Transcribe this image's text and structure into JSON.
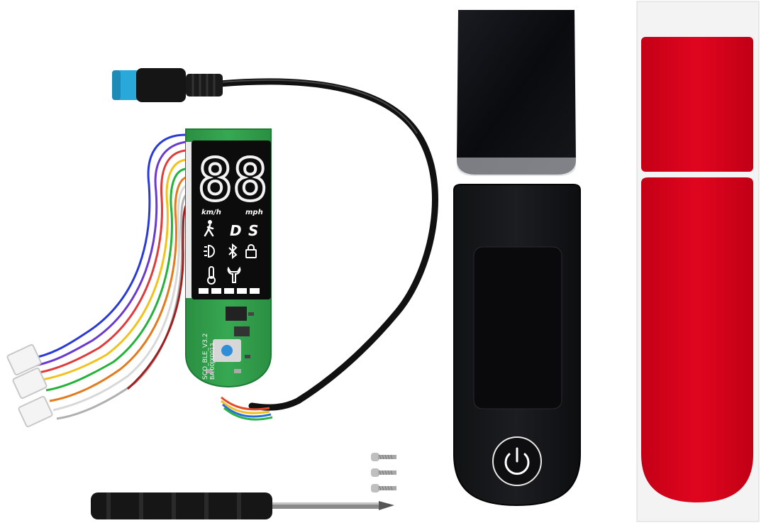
{
  "display": {
    "digits": "88",
    "unit_left": "km/h",
    "unit_right": "mph",
    "mode_d": "D",
    "mode_s": "S"
  },
  "pcb": {
    "label_line1": "SCO_BLE_V3.2",
    "label_line2": "BA.00JX0013"
  },
  "colors": {
    "pcb_green": "#2f9d4a",
    "connector_blue": "#29a9d9",
    "sticker_red": "#d8001b",
    "dashboard_black": "#0c0c0e"
  },
  "icons": [
    "walking-person-icon",
    "headlight-icon",
    "bluetooth-icon",
    "lock-icon",
    "thermometer-icon",
    "wrench-icon",
    "power-icon"
  ]
}
